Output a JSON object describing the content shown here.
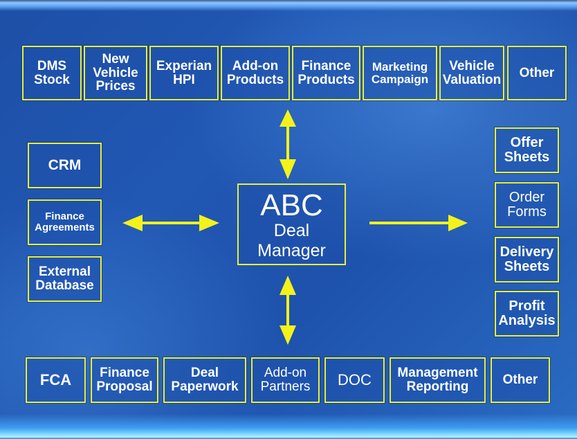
{
  "colors": {
    "accent": "#e8ef3a",
    "background": "#1f55ae",
    "text": "#ffffff"
  },
  "center": {
    "title": "ABC",
    "subtitle_line1": "Deal",
    "subtitle_line2": "Manager"
  },
  "top_row": [
    {
      "label": "DMS\nStock"
    },
    {
      "label": "New\nVehicle\nPrices"
    },
    {
      "label": "Experian\nHPI"
    },
    {
      "label": "Add-on\nProducts"
    },
    {
      "label": "Finance\nProducts"
    },
    {
      "label": "Marketing\nCampaign"
    },
    {
      "label": "Vehicle\nValuation"
    },
    {
      "label": "Other"
    }
  ],
  "left_column": [
    {
      "label": "CRM"
    },
    {
      "label": "Finance\nAgreements"
    },
    {
      "label": "External\nDatabase"
    }
  ],
  "right_column": [
    {
      "label": "Offer\nSheets"
    },
    {
      "label": "Order\nForms"
    },
    {
      "label": "Delivery\nSheets"
    },
    {
      "label": "Profit\nAnalysis"
    }
  ],
  "bottom_row": [
    {
      "label": "FCA"
    },
    {
      "label": "Finance\nProposal"
    },
    {
      "label": "Deal\nPaperwork"
    },
    {
      "label": "Add-on\nPartners"
    },
    {
      "label": "DOC"
    },
    {
      "label": "Management\nReporting"
    },
    {
      "label": "Other"
    }
  ],
  "arrows": [
    {
      "from": "top_row",
      "to": "center",
      "type": "bidirectional"
    },
    {
      "from": "left_column",
      "to": "center",
      "type": "bidirectional"
    },
    {
      "from": "center",
      "to": "right_column",
      "type": "one-way"
    },
    {
      "from": "bottom_row",
      "to": "center",
      "type": "bidirectional"
    }
  ]
}
